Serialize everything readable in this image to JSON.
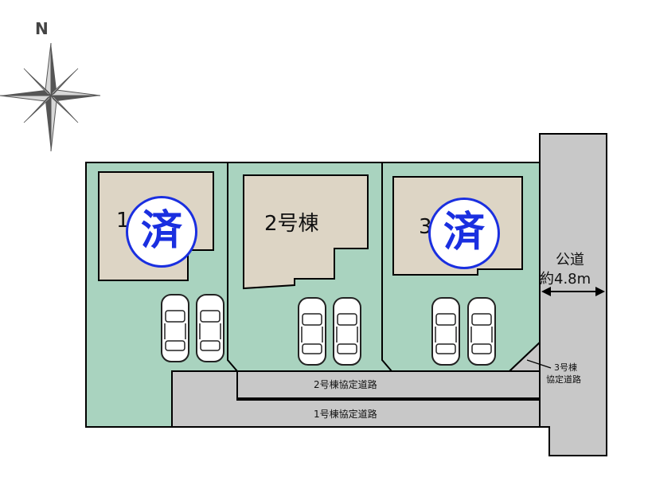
{
  "compass": {
    "north_label": "N"
  },
  "lots": [
    {
      "id": "lot-1",
      "label": "1号棟",
      "sold": true
    },
    {
      "id": "lot-2",
      "label": "2号棟",
      "sold": false
    },
    {
      "id": "lot-3",
      "label": "3号棟",
      "sold": true
    }
  ],
  "sold_stamp": "済",
  "roads": {
    "public_road_label": "公道",
    "public_road_width": "約4.8m",
    "road_2": "2号棟協定道路",
    "road_1": "1号棟協定道路",
    "road_3_line1": "3号棟",
    "road_3_line2": "協定道路"
  },
  "colors": {
    "lot_fill": "#a9d3bf",
    "building_fill": "#ddd5c5",
    "road_fill": "#c8c8c8",
    "stamp_blue": "#1a2fe0"
  }
}
